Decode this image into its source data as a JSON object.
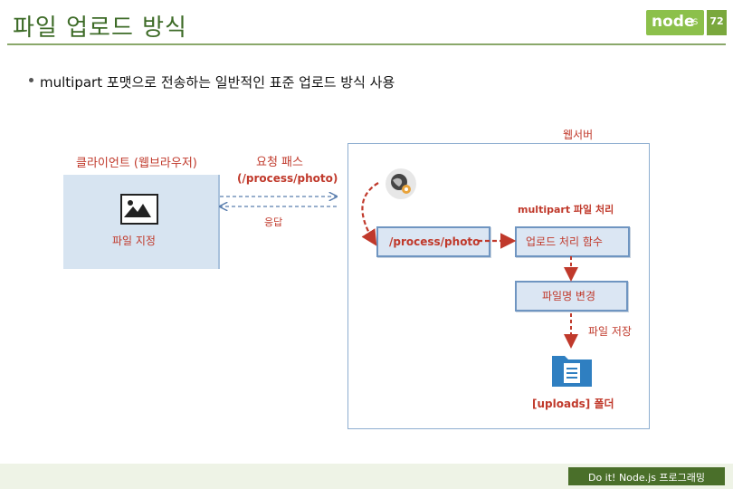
{
  "header": {
    "title": "파일 업로드 방식",
    "logo_text": "node",
    "logo_sub": "JS",
    "page_number": "72"
  },
  "bullet": {
    "text": "multipart 포맷으로 전송하는 일반적인 표준 업로드 방식 사용"
  },
  "diagram": {
    "client_label": "클라이언트 (웹브라우저)",
    "client_action": "파일 지정",
    "request_label": "요청 패스",
    "request_path": "(/process/photo)",
    "response_label": "응답",
    "server_label": "웹서버",
    "multipart_label": "multipart 파일 처리",
    "route_box": "/process/photo",
    "handler_box": "업로드 처리 함수",
    "rename_box": "파일명 변경",
    "save_label": "파일 저장",
    "folder_label": "[uploads] 폴더"
  },
  "colors": {
    "title": "#3d6b27",
    "accent_red": "#c0392b",
    "box_fill": "#dbe6f3",
    "box_border": "#6f95c1",
    "client_fill": "#d7e4f1"
  },
  "footer": {
    "text": "Do it! Node.js 프로그래밍"
  }
}
